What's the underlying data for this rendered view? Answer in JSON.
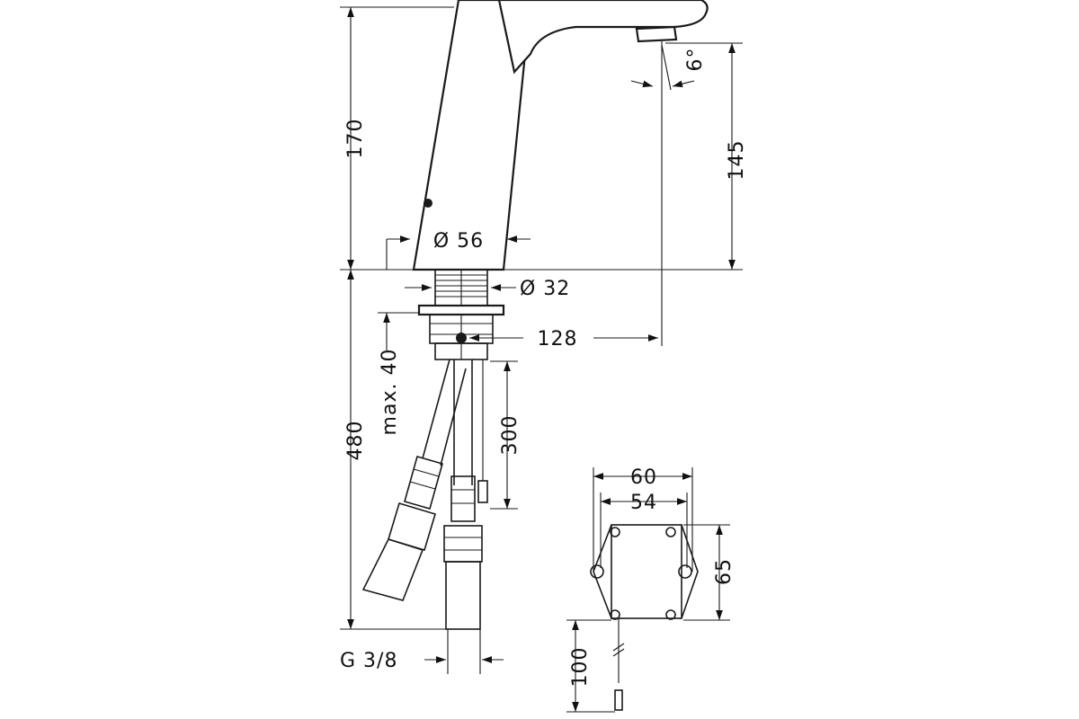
{
  "dimensions": {
    "height_total_top": "170",
    "spout_height": "145",
    "spout_angle": "6°",
    "base_diameter": "Ø 56",
    "shank_diameter": "Ø 32",
    "projection": "128",
    "max_thickness": "max. 40",
    "total_lower": "480",
    "cable_length": "300",
    "connection": "G 3/8",
    "box_width_outer": "60",
    "box_width_inner": "54",
    "box_height": "65",
    "box_cable": "100"
  },
  "colors": {
    "line": "#1a1a1a",
    "background": "#ffffff"
  }
}
